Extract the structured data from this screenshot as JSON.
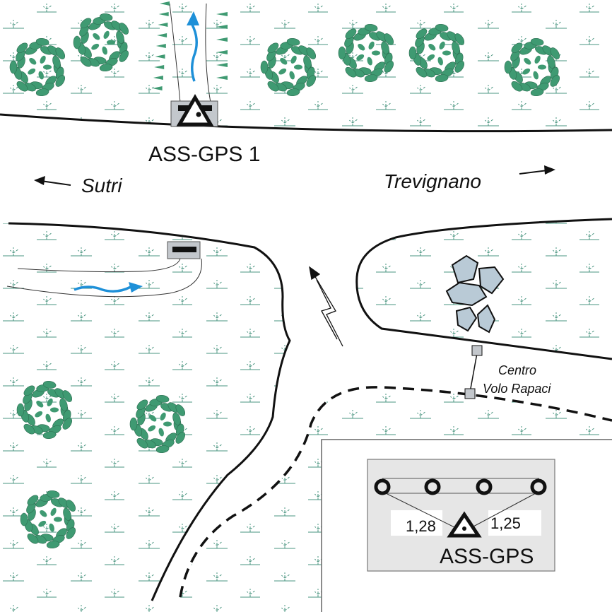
{
  "labels": {
    "station_1": "ASS-GPS 1",
    "direction_left": "Sutri",
    "direction_right": "Trevignano",
    "centro_line1": "Centro",
    "centro_line2": "Volo Rapaci"
  },
  "inset": {
    "distance_left": "1,28",
    "distance_right": "1,25",
    "station_label": "ASS-GPS"
  },
  "colors": {
    "vegetation": "#3f9a72",
    "grass": "#4a9580",
    "water_arrow": "#1e90d8",
    "rock": "#b9cad6",
    "station_box": "#c3c7cc",
    "inset_box": "#e6e6e6"
  },
  "icons": [
    "tree-icon",
    "marsh-grass-icon",
    "station-triangle-icon",
    "north-arrow-icon",
    "flow-arrow-icon",
    "rock-icon"
  ]
}
